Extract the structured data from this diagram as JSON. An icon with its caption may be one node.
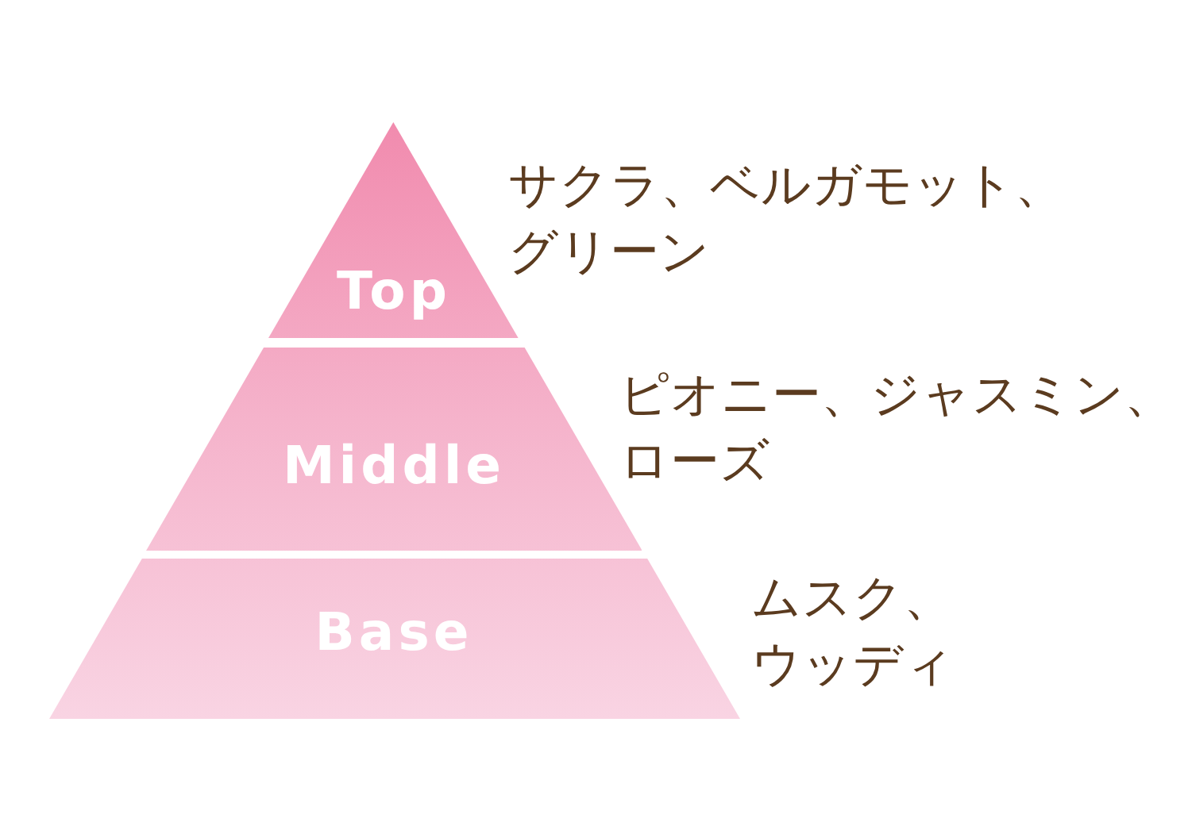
{
  "diagram": {
    "nodes": [
      {
        "text": [
          "Top"
        ],
        "beside": [
          "サクラ、ベルガモット、グリーン"
        ]
      },
      {
        "text": [
          "Middle"
        ],
        "beside": [
          "ピオニー、ジャスミン、ローズ"
        ]
      },
      {
        "text": [
          "Base"
        ],
        "beside": [
          "ムスク、ウッディ"
        ]
      }
    ]
  }
}
